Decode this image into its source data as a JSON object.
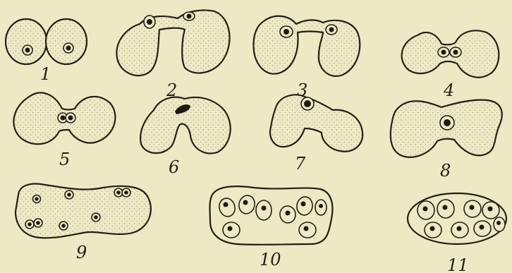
{
  "figures": [
    {
      "label": "1"
    },
    {
      "label": "2"
    },
    {
      "label": "3"
    },
    {
      "label": "4"
    },
    {
      "label": "5"
    },
    {
      "label": "6"
    },
    {
      "label": "7"
    },
    {
      "label": "8"
    },
    {
      "label": "9"
    },
    {
      "label": "10"
    },
    {
      "label": "11"
    }
  ],
  "colors": {
    "paper": "#efe8c4",
    "ink": "#231f16"
  }
}
